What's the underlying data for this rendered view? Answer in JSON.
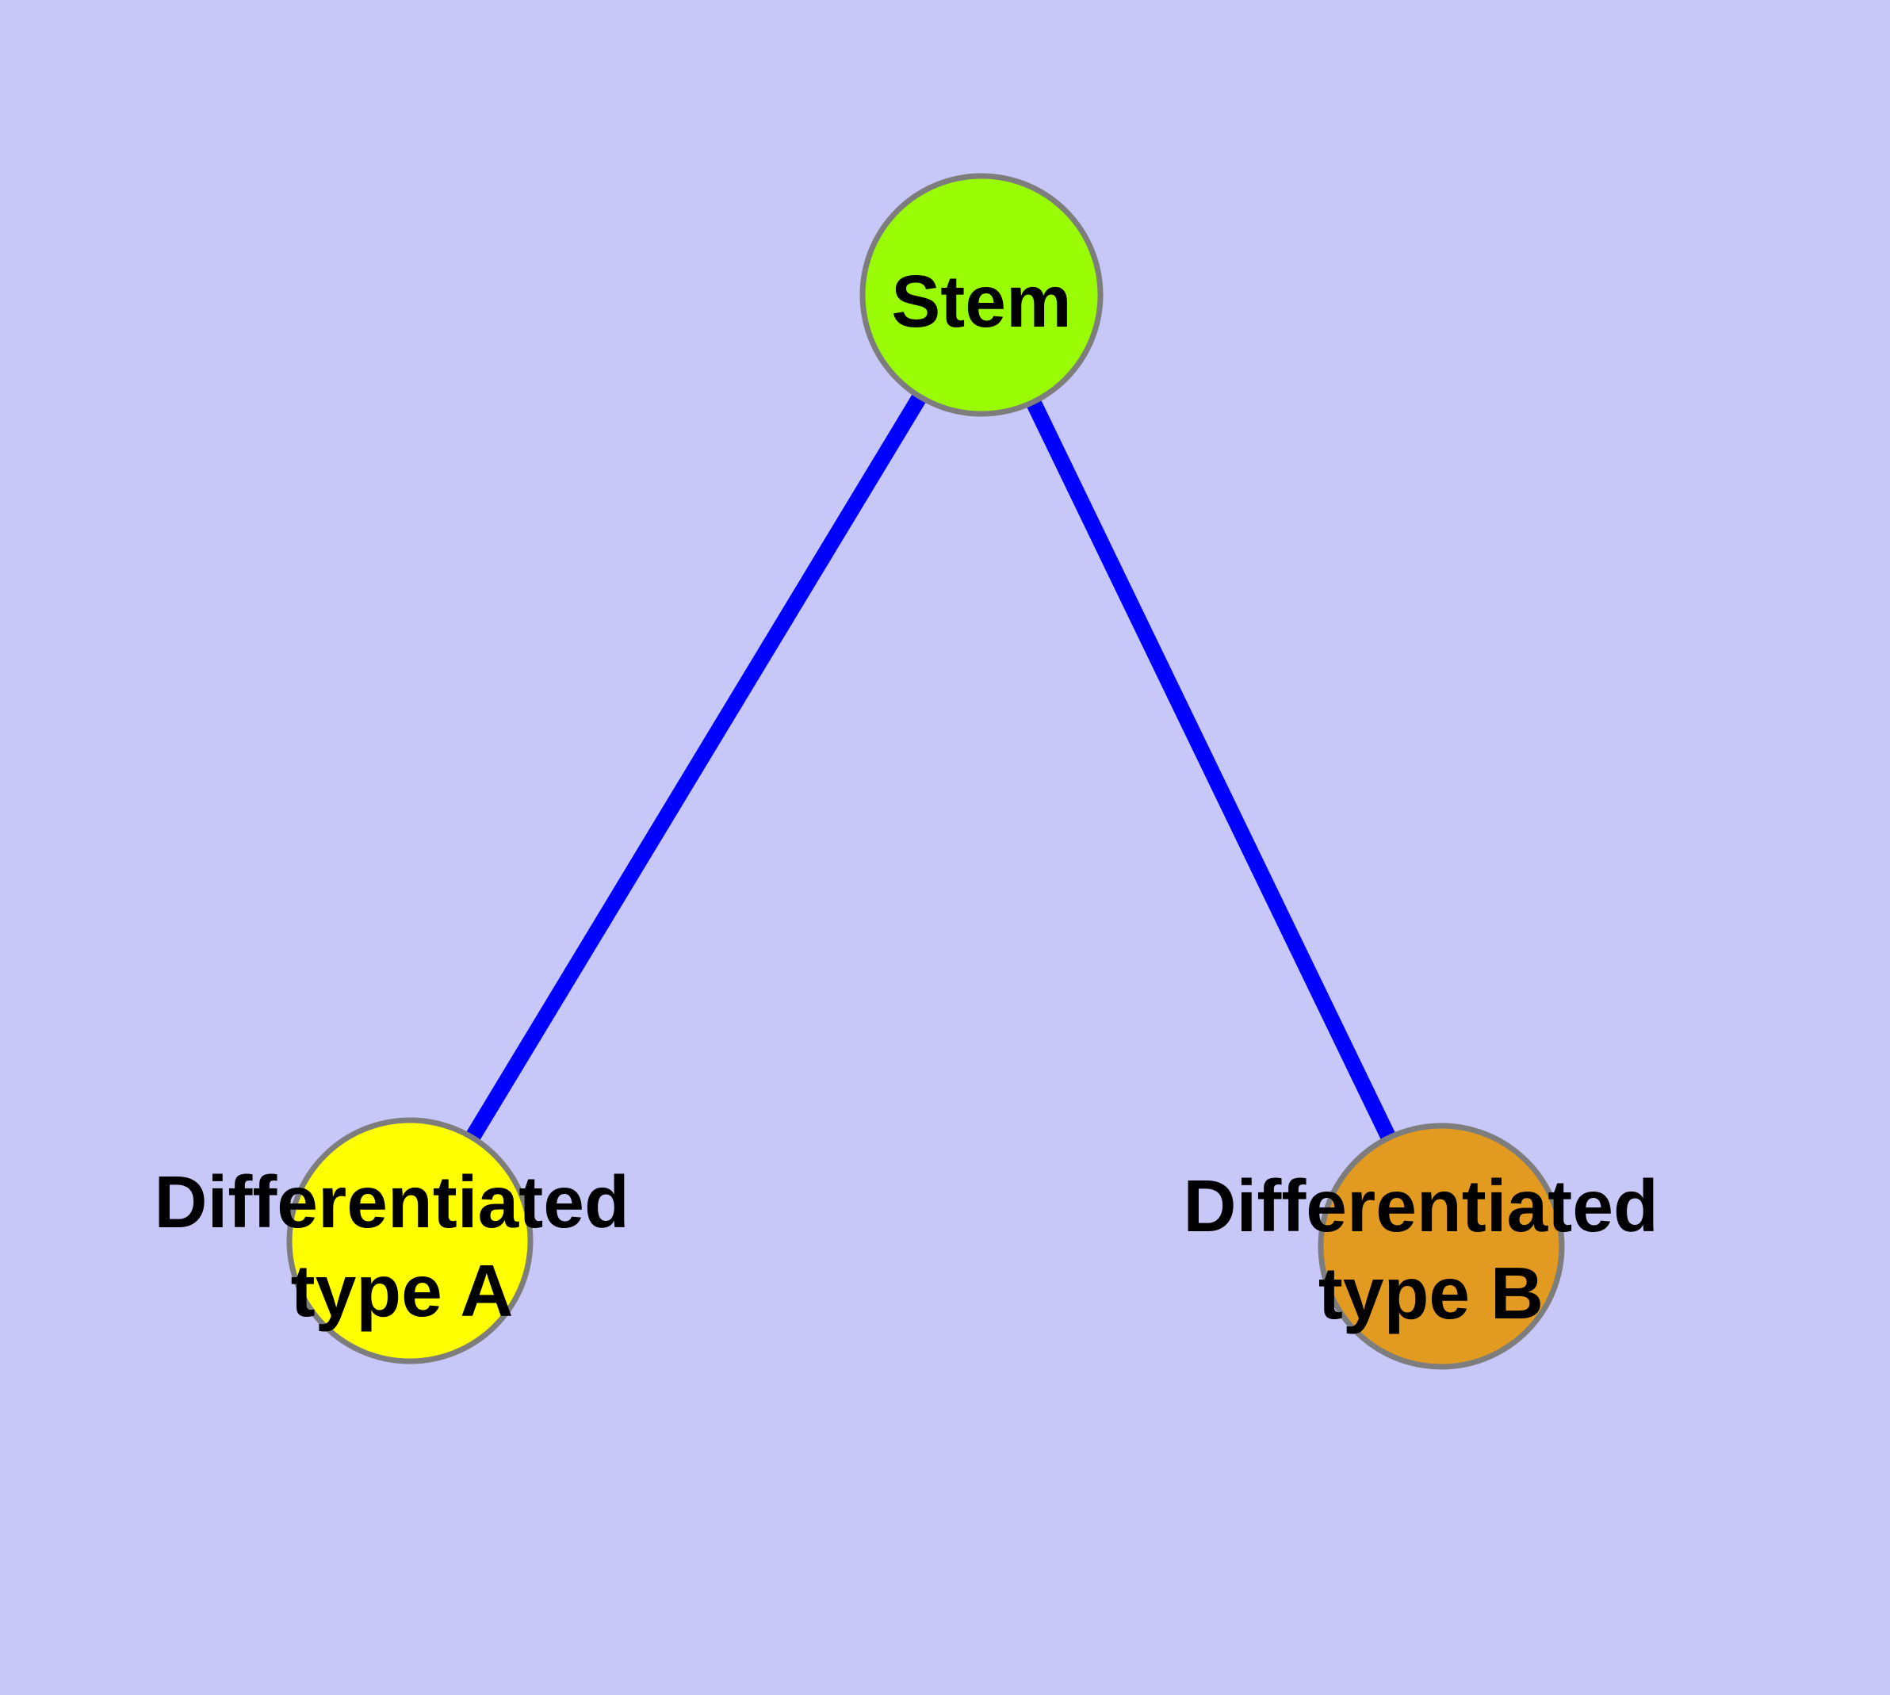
{
  "diagram": {
    "description": "Stem cell differentiation tree diagram",
    "background_color": "#c8c8f8",
    "edge_color": "#0000ff",
    "node_border_color": "#7d7d7d",
    "label_color": "#000000",
    "nodes": [
      {
        "id": "stem",
        "label": "Stem",
        "fill": "#99fb04"
      },
      {
        "id": "differentiated-type-a",
        "label": "Differentiated type A",
        "line1": "Differentiated",
        "line2": "type A",
        "fill": "#ffff00"
      },
      {
        "id": "differentiated-type-b",
        "label": "Differentiated type B",
        "line1": "Differentiated",
        "line2": "type B",
        "fill": "#e39a20"
      }
    ],
    "edges": [
      {
        "from": "Stem",
        "to": "Differentiated type A"
      },
      {
        "from": "Stem",
        "to": "Differentiated type B"
      }
    ]
  }
}
